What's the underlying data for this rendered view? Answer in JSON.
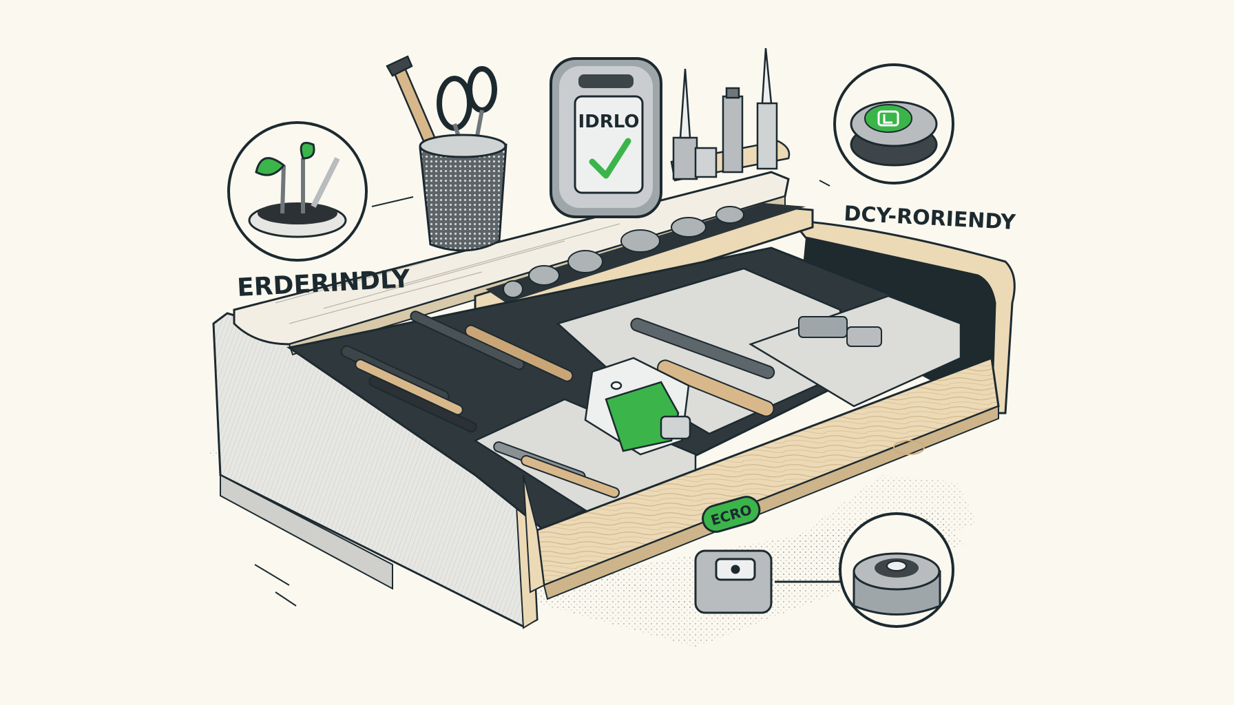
{
  "labels": {
    "left_callout": "ERDERINDLY",
    "right_callout": "DCY-RORIENDY",
    "device_screen": "IDRLO",
    "drawer_badge": "ECRO"
  },
  "colors": {
    "background": "#fbf8ef",
    "ink": "#1c2a30",
    "accent_green": "#3bb54a",
    "wood": "#ead7b4",
    "cabinet_gray": "#e4e4e0",
    "metal": "#b8bcbe"
  },
  "icons": {
    "plant": "plant-icon",
    "checkmark": "checkmark-icon",
    "eco_button": "eco-button-icon",
    "cable": "cable-icon"
  }
}
